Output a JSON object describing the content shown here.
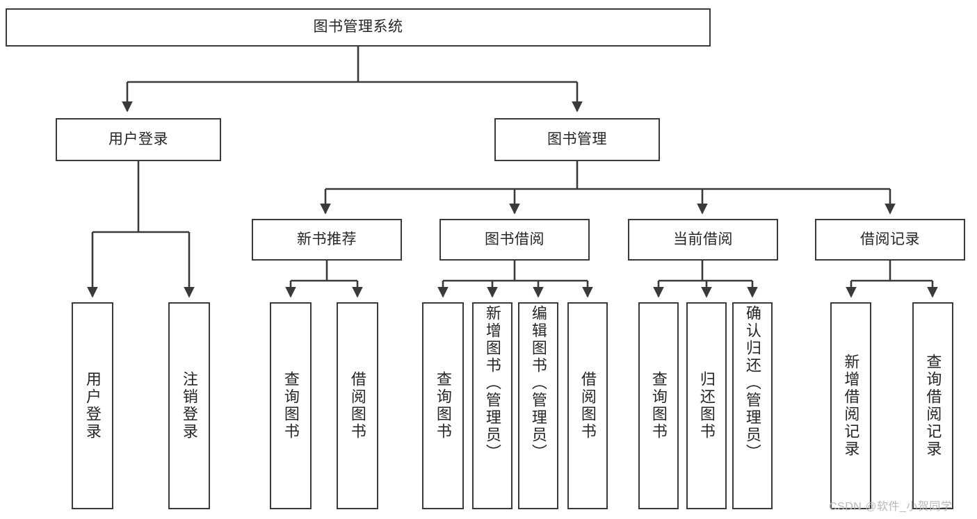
{
  "diagram": {
    "type": "tree",
    "title": "图书管理系统",
    "watermark": "CSDN @软件_小贺同学",
    "theme": {
      "stroke": "#3a3a3a",
      "fill": "#ffffff",
      "text": "#262626",
      "background": "#ffffff",
      "watermark_color": "#b9b9b9"
    },
    "levels": {
      "root": "图书管理系统",
      "level2": [
        "用户登录",
        "图书管理"
      ],
      "level3": [
        "新书推荐",
        "图书借阅",
        "当前借阅",
        "借阅记录"
      ]
    },
    "nodes": {
      "root": {
        "label": "图书管理系统"
      },
      "user_login": {
        "label": "用户登录"
      },
      "book_manage": {
        "label": "图书管理"
      },
      "new_book_rec": {
        "label": "新书推荐"
      },
      "book_borrow": {
        "label": "图书借阅"
      },
      "current_borrow": {
        "label": "当前借阅"
      },
      "borrow_record": {
        "label": "借阅记录"
      },
      "leaf_user_login": {
        "label": "用户登录"
      },
      "leaf_logout": {
        "label": "注销登录"
      },
      "leaf_query_book_1": {
        "label": "查询图书"
      },
      "leaf_borrow_book_1": {
        "label": "借阅图书"
      },
      "leaf_query_book_2": {
        "label": "查询图书"
      },
      "leaf_add_book": {
        "label": "新增图书（管理员）"
      },
      "leaf_edit_book": {
        "label": "编辑图书（管理员）"
      },
      "leaf_borrow_book_2": {
        "label": "借阅图书"
      },
      "leaf_query_book_3": {
        "label": "查询图书"
      },
      "leaf_return_book": {
        "label": "归还图书"
      },
      "leaf_confirm_return": {
        "label": "确认归还（管理员）"
      },
      "leaf_add_record": {
        "label": "新增借阅记录"
      },
      "leaf_query_record": {
        "label": "查询借阅记录"
      }
    },
    "edges": [
      {
        "from": "root",
        "to": "user_login"
      },
      {
        "from": "root",
        "to": "book_manage"
      },
      {
        "from": "user_login",
        "to": "leaf_user_login"
      },
      {
        "from": "user_login",
        "to": "leaf_logout"
      },
      {
        "from": "book_manage",
        "to": "new_book_rec"
      },
      {
        "from": "book_manage",
        "to": "book_borrow"
      },
      {
        "from": "book_manage",
        "to": "current_borrow"
      },
      {
        "from": "book_manage",
        "to": "borrow_record"
      },
      {
        "from": "new_book_rec",
        "to": "leaf_query_book_1"
      },
      {
        "from": "new_book_rec",
        "to": "leaf_borrow_book_1"
      },
      {
        "from": "book_borrow",
        "to": "leaf_query_book_2"
      },
      {
        "from": "book_borrow",
        "to": "leaf_add_book"
      },
      {
        "from": "book_borrow",
        "to": "leaf_edit_book"
      },
      {
        "from": "book_borrow",
        "to": "leaf_borrow_book_2"
      },
      {
        "from": "current_borrow",
        "to": "leaf_query_book_3"
      },
      {
        "from": "current_borrow",
        "to": "leaf_return_book"
      },
      {
        "from": "current_borrow",
        "to": "leaf_confirm_return"
      },
      {
        "from": "borrow_record",
        "to": "leaf_add_record"
      },
      {
        "from": "borrow_record",
        "to": "leaf_query_record"
      }
    ]
  }
}
